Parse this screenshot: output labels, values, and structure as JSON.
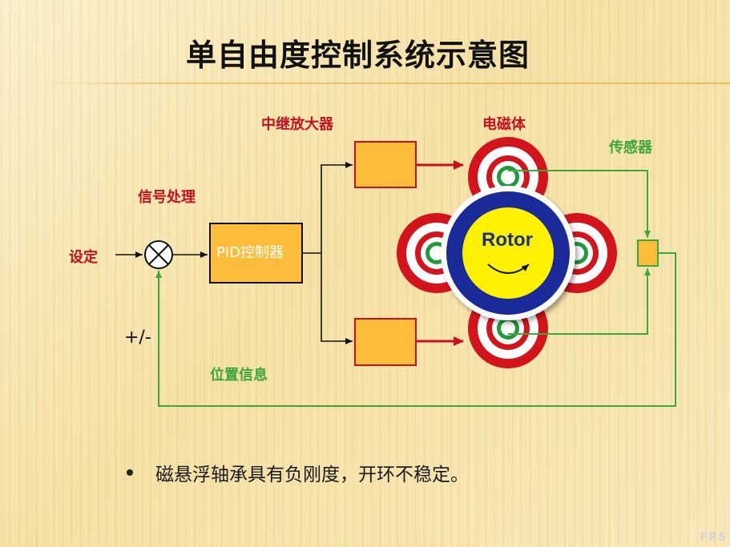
{
  "title": "单自由度控制系统示意图",
  "labels": {
    "setpoint": "设定",
    "signal_processing": "信号处理",
    "pid": "PID控制器",
    "relay_amplifier": "中继放大器",
    "electromagnet": "电磁体",
    "sensor": "传感器",
    "rotor": "Rotor",
    "sign": "+/-",
    "position_info": "位置信息"
  },
  "bullet": "磁悬浮轴承具有负刚度，开环不稳定。",
  "watermark": "FRS",
  "colors": {
    "label_red": "#c8101e",
    "label_green": "#3ea63a",
    "block_fill": "#fbbd3a",
    "rotor_ring": "#1b2a99",
    "rotor_core": "#fff200",
    "magnet_red": "#d3141c",
    "feedback_line": "#3ea63a"
  }
}
